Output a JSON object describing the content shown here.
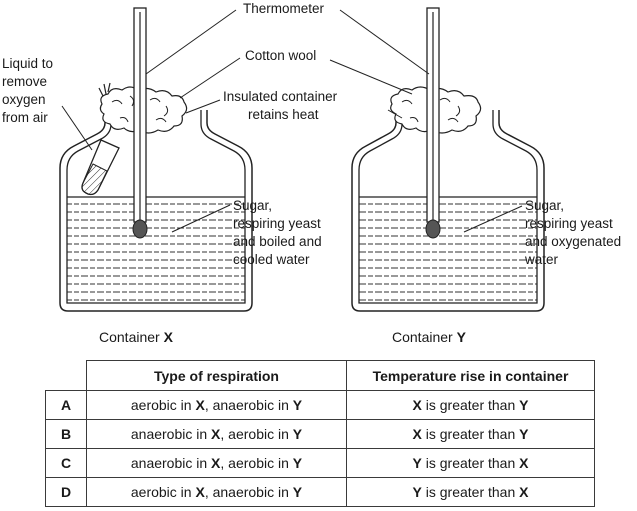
{
  "labels": {
    "thermometer": "Thermometer",
    "cotton_wool": "Cotton wool",
    "insulated_line1": "Insulated container",
    "insulated_line2": "retains heat",
    "liquid_line1": "Liquid to",
    "liquid_line2": "remove",
    "liquid_line3": "oxygen",
    "liquid_line4": "from air",
    "x_contents_line1": "Sugar,",
    "x_contents_line2": "respiring yeast",
    "x_contents_line3": "and boiled and",
    "x_contents_line4": "cooled water",
    "y_contents_line1": "Sugar,",
    "y_contents_line2": "respiring yeast",
    "y_contents_line3": "and oxygenated",
    "y_contents_line4": "water"
  },
  "captions": {
    "x_prefix": "Container ",
    "x_letter": "X",
    "y_prefix": "Container ",
    "y_letter": "Y"
  },
  "table": {
    "headers": [
      "Type of respiration",
      "Temperature rise in container"
    ],
    "rows": [
      {
        "option": "A",
        "resp": [
          [
            "aerobic in ",
            ""
          ],
          [
            "X",
            "b"
          ],
          [
            ", anaerobic in ",
            ""
          ],
          [
            "Y",
            "b"
          ]
        ],
        "temp": [
          [
            "X",
            "b"
          ],
          [
            " is greater than ",
            ""
          ],
          [
            "Y",
            "b"
          ]
        ]
      },
      {
        "option": "B",
        "resp": [
          [
            "anaerobic in ",
            ""
          ],
          [
            "X",
            "b"
          ],
          [
            ", aerobic in ",
            ""
          ],
          [
            "Y",
            "b"
          ]
        ],
        "temp": [
          [
            "X",
            "b"
          ],
          [
            " is greater than ",
            ""
          ],
          [
            "Y",
            "b"
          ]
        ]
      },
      {
        "option": "C",
        "resp": [
          [
            "anaerobic in ",
            ""
          ],
          [
            "X",
            "b"
          ],
          [
            ", aerobic in ",
            ""
          ],
          [
            "Y",
            "b"
          ]
        ],
        "temp": [
          [
            "Y",
            "b"
          ],
          [
            " is greater than ",
            ""
          ],
          [
            "X",
            "b"
          ]
        ]
      },
      {
        "option": "D",
        "resp": [
          [
            "aerobic in ",
            ""
          ],
          [
            "X",
            "b"
          ],
          [
            ", anaerobic in ",
            ""
          ],
          [
            "Y",
            "b"
          ]
        ],
        "temp": [
          [
            "Y",
            "b"
          ],
          [
            " is greater than ",
            ""
          ],
          [
            "X",
            "b"
          ]
        ]
      }
    ]
  }
}
